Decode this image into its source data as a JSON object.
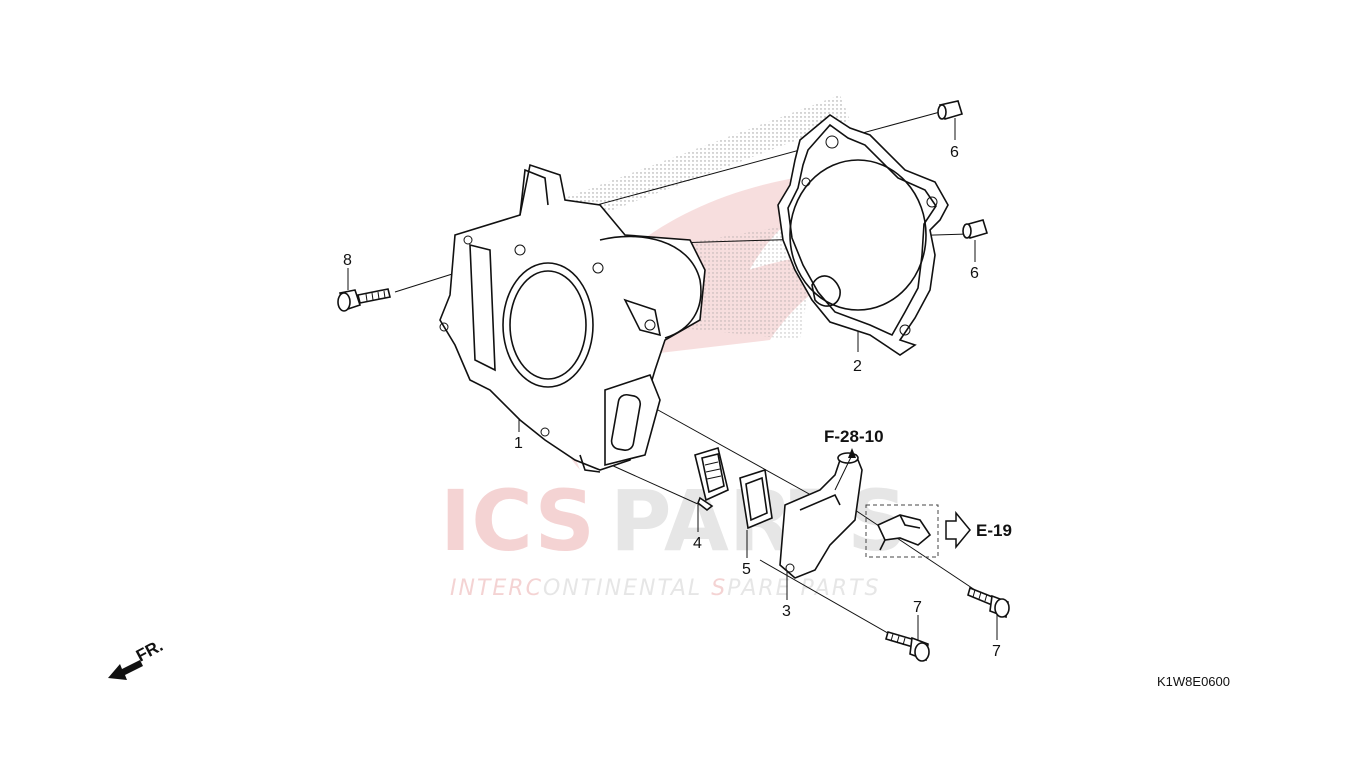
{
  "callouts": {
    "part_1": "1",
    "part_2": "2",
    "part_3": "3",
    "part_4": "4",
    "part_5": "5",
    "part_6a": "6",
    "part_6b": "6",
    "part_7a": "7",
    "part_7b": "7",
    "part_8": "8"
  },
  "references": {
    "f_ref": "F-28-10",
    "e_ref": "E-19"
  },
  "front_indicator": "FR.",
  "diagram_code": "K1W8E0600",
  "watermark": {
    "brand_ics": "ICS",
    "brand_parts": "PARTS",
    "tagline_inter": "INTER",
    "tagline_c": "C",
    "tagline_ontinental": "ONTINENTAL ",
    "tagline_s": "S",
    "tagline_pare": "PARE PARTS"
  },
  "colors": {
    "watermark_red": "#e8a0a0",
    "watermark_gray": "#c8c8c8",
    "stipple": "#9a9a9a",
    "line": "#111111"
  }
}
